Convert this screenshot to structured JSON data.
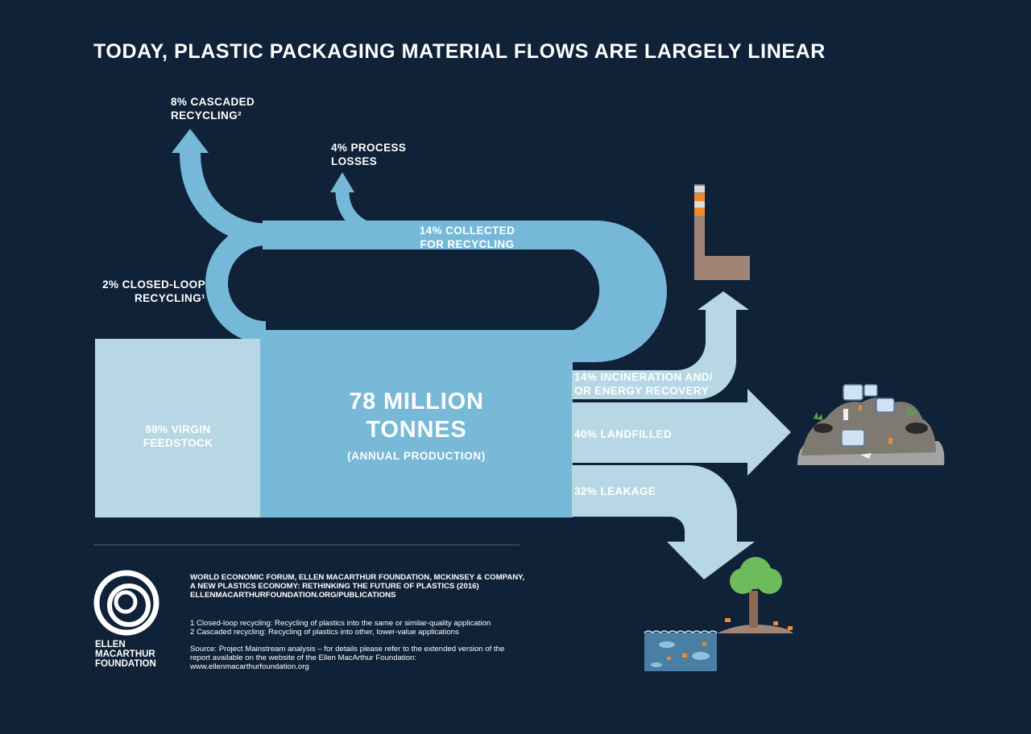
{
  "title": "TODAY, PLASTIC PACKAGING MATERIAL FLOWS ARE LARGELY LINEAR",
  "flows": {
    "cascaded": {
      "line1": "8% CASCADED",
      "line2": "RECYCLING²",
      "percent": 8
    },
    "process_losses": {
      "line1": "4% PROCESS",
      "line2": "LOSSES",
      "percent": 4
    },
    "collected": {
      "line1": "14% COLLECTED",
      "line2": "FOR RECYCLING",
      "percent": 14
    },
    "closed_loop": {
      "line1": "2% CLOSED-LOOP",
      "line2": "RECYCLING¹",
      "percent": 2
    },
    "virgin": {
      "line1": "98% VIRGIN",
      "line2": "FEEDSTOCK",
      "percent": 98
    },
    "incineration": {
      "line1": "14% INCINERATION AND/",
      "line2": "OR ENERGY RECOVERY",
      "percent": 14
    },
    "landfilled": {
      "label": "40% LANDFILLED",
      "percent": 40
    },
    "leakage": {
      "label": "32% LEAKAGE",
      "percent": 32
    }
  },
  "production": {
    "line1": "78 MILLION",
    "line2": "TONNES",
    "sub": "(ANNUAL PRODUCTION)"
  },
  "colors": {
    "background": "#0f2237",
    "recycling_flow": "#76b8d8",
    "production_block": "#77b9d7",
    "virgin_block": "#b7d7e4",
    "outflow": "#b6d7e3",
    "divider": "#4d6278"
  },
  "source_block": {
    "line1": "WORLD ECONOMIC FORUM, ELLEN MACARTHUR FOUNDATION, MCKINSEY & COMPANY,",
    "line2": "A NEW PLASTICS ECONOMY: RETHINKING THE FUTURE OF PLASTICS (2016)",
    "line3": "ELLENMACARTHURFOUNDATION.ORG/PUBLICATIONS"
  },
  "footnotes": {
    "note1": "1 Closed-loop recycling: Recycling of plastics into the same or similar-quality application",
    "note2": "2 Cascaded recycling: Recycling of plastics into other, lower-value applications"
  },
  "source": {
    "line1": "Source: Project Mainstream analysis – for details please refer to the extended version of the",
    "line2": "report available on the website of the Ellen MacArthur Foundation:",
    "line3": "www.ellenmacarthurfoundation.org"
  },
  "logo": {
    "line1": "ELLEN",
    "line2": "MACARTHUR",
    "line3": "FOUNDATION"
  },
  "icons": [
    "factory-icon",
    "landfill-icon",
    "ocean-island-icon",
    "foundation-logo-icon"
  ]
}
